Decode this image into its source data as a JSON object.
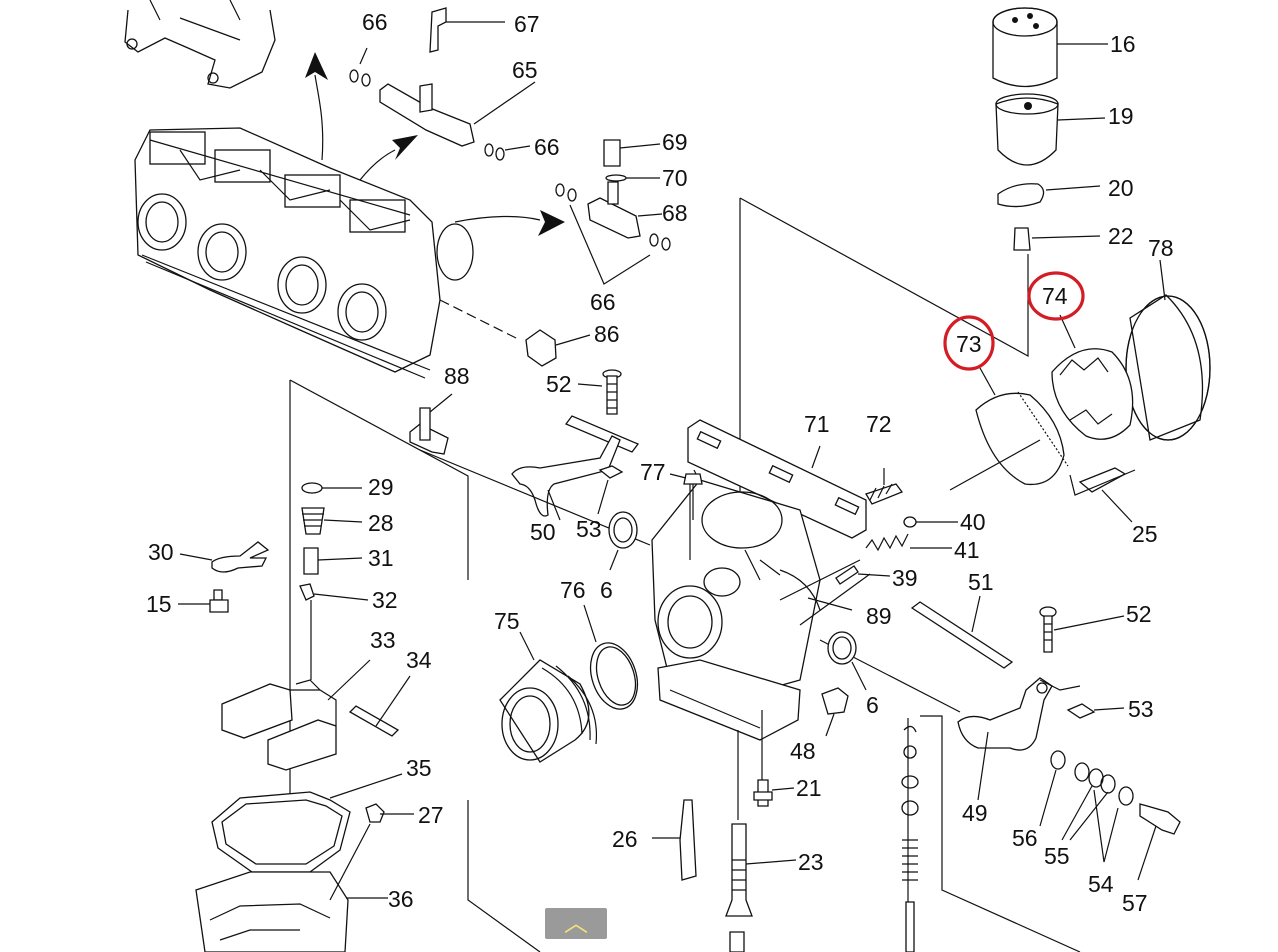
{
  "diagram": {
    "labels": {
      "l16": "16",
      "l19": "19",
      "l20": "20",
      "l22": "22",
      "l78": "78",
      "l74": "74",
      "l73": "73",
      "l66a": "66",
      "l67": "67",
      "l65": "65",
      "l66b": "66",
      "l69": "69",
      "l70": "70",
      "l68": "68",
      "l66c": "66",
      "l86": "86",
      "l88": "88",
      "l52a": "52",
      "l71": "71",
      "l72": "72",
      "l77": "77",
      "l50": "50",
      "l53a": "53",
      "l6a": "6",
      "l40": "40",
      "l41": "41",
      "l39": "39",
      "l89": "89",
      "l51": "51",
      "l25": "25",
      "l29": "29",
      "l28": "28",
      "l30": "30",
      "l31": "31",
      "l15": "15",
      "l32": "32",
      "l33": "33",
      "l34": "34",
      "l75": "75",
      "l76": "76",
      "l6b": "6",
      "l48": "48",
      "l21": "21",
      "l52b": "52",
      "l53b": "53",
      "l49": "49",
      "l56": "56",
      "l55": "55",
      "l54": "54",
      "l57": "57",
      "l35": "35",
      "l27": "27",
      "l36": "36",
      "l26": "26",
      "l23": "23"
    },
    "highlighted_parts": [
      "73",
      "74"
    ],
    "highlight_color": "#d41c24"
  },
  "controls": {
    "scroll_top_icon": "chevron-up-icon",
    "scroll_top_glyph": "︿"
  }
}
